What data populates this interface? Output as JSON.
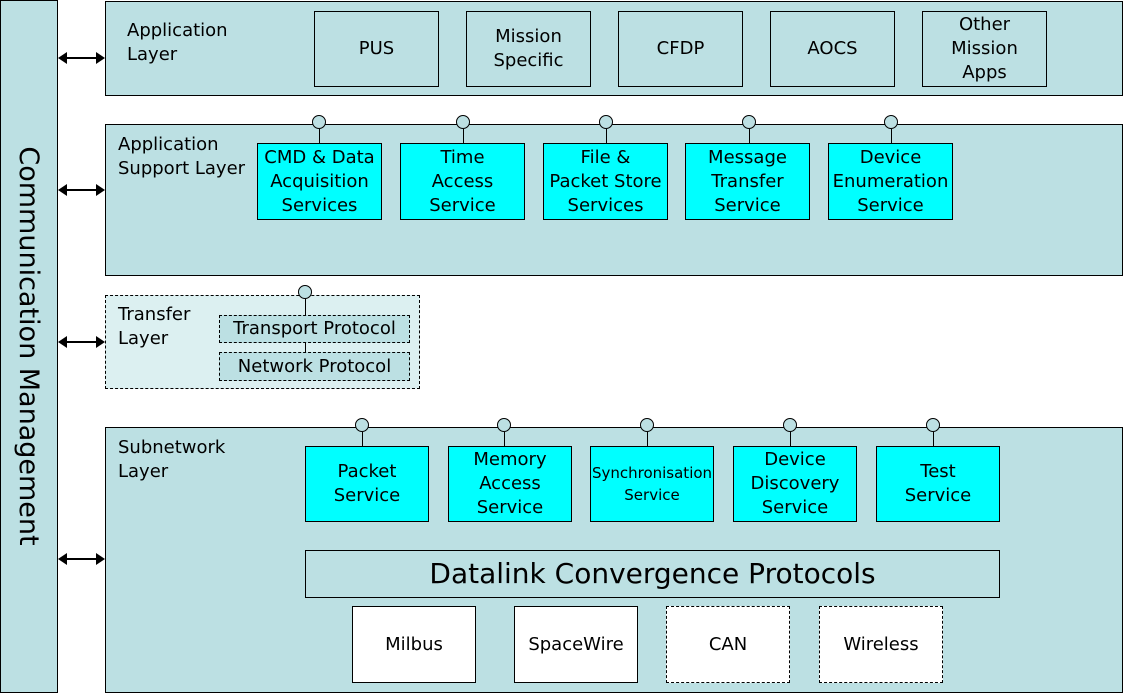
{
  "communication_management": {
    "label": "Communication Management"
  },
  "application_layer": {
    "label": "Application\nLayer",
    "boxes": [
      "PUS",
      "Mission\nSpecific",
      "CFDP",
      "AOCS",
      "Other\nMission\nApps"
    ]
  },
  "application_support_layer": {
    "label": "Application\nSupport Layer",
    "services": [
      "CMD & Data\nAcquisition\nServices",
      "Time\nAccess\nService",
      "File &\nPacket Store\nServices",
      "Message\nTransfer\nService",
      "Device\nEnumeration\nService"
    ]
  },
  "transfer_layer": {
    "label": "Transfer\nLayer",
    "protocols": [
      "Transport Protocol",
      "Network Protocol"
    ]
  },
  "subnetwork_layer": {
    "label": "Subnetwork\nLayer",
    "services": [
      "Packet\nService",
      "Memory\nAccess\nService",
      "Synchronisation\nService",
      "Device\nDiscovery\nService",
      "Test\nService"
    ],
    "convergence": "Datalink Convergence Protocols",
    "subnetworks": [
      "Milbus",
      "SpaceWire",
      "CAN",
      "Wireless"
    ]
  },
  "colors": {
    "panel": "#bce0e3",
    "service": "#00ffff",
    "subnetwork": "#ffffff",
    "line": "#000000"
  }
}
